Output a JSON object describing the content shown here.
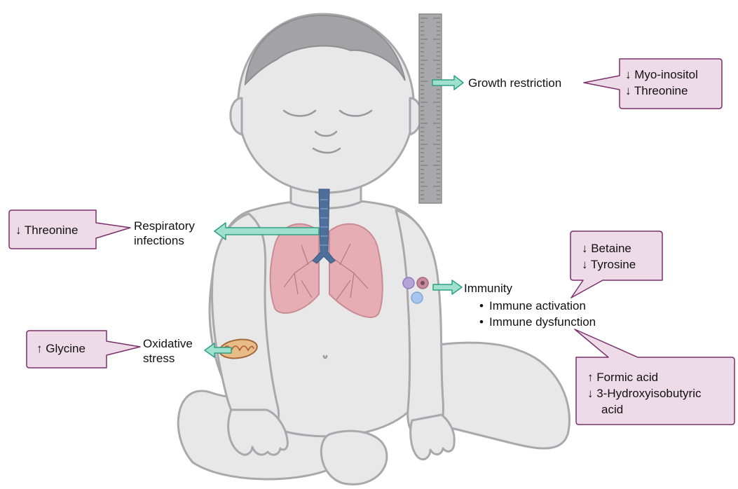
{
  "colors": {
    "skin": "#e8e8e9",
    "outline": "#a9a9ab",
    "hair": "#a3a3a5",
    "lung": "#e6aeb4",
    "trachea": "#4e6f99",
    "arrow_fill": "#9fe0cf",
    "arrow_stroke": "#2ea183",
    "callout_fill": "#eedbe8",
    "callout_stroke": "#7b2f6b",
    "ruler": "#a8a8aa"
  },
  "icons": [
    "ruler-icon",
    "lungs-icon",
    "immune-cells-icon",
    "mitochondrion-icon",
    "baby-figure"
  ],
  "effects": {
    "growth": {
      "label": "Growth restriction",
      "callout": [
        "↓ Myo-inositol",
        "↓ Threonine"
      ]
    },
    "respiratory": {
      "label_line1": "Respiratory",
      "label_line2": "infections",
      "callout": [
        "↓ Threonine"
      ]
    },
    "immunity": {
      "label": "Immunity",
      "bullets": [
        "Immune activation",
        "Immune dysfunction"
      ],
      "callout_top": [
        "↓ Betaine",
        "↓ Tyrosine"
      ],
      "callout_bottom": [
        "↑ Formic acid",
        "↓ 3-Hydroxyisobutyric",
        "acid"
      ]
    },
    "oxidative": {
      "label_line1": "Oxidative",
      "label_line2": "stress",
      "callout": [
        "↑ Glycine"
      ]
    }
  }
}
